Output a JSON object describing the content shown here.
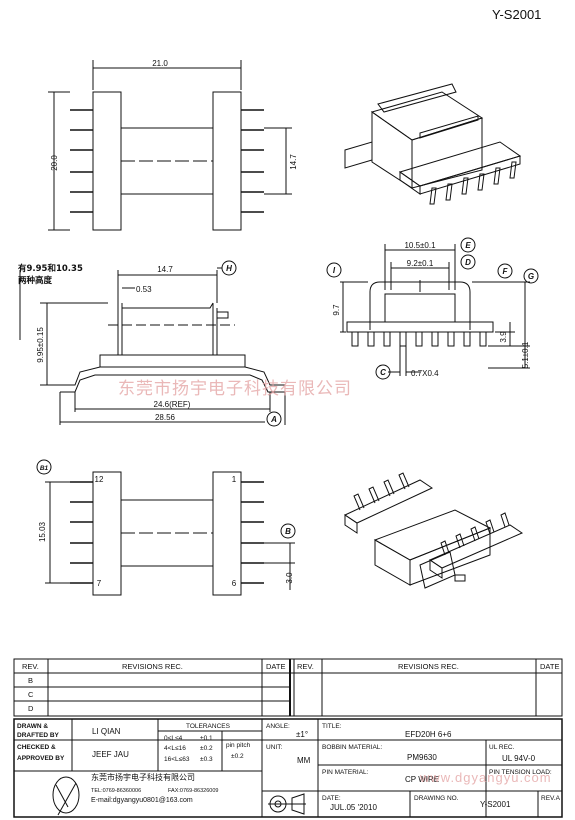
{
  "doc_code": "Y-S2001",
  "watermark": "东莞市扬宇电子科技有限公司",
  "watermark_url": "www.dgyangyu.com",
  "views": {
    "top": {
      "width_dim": "21.0",
      "height_dim": "20.0",
      "inner_dim": "14.7"
    },
    "side": {
      "note_line1": "有9.95和10.35",
      "note_line2": "两种高度",
      "top_dim": "14.7",
      "tab_dim": "0.53",
      "height_dim": "9.95±0.15",
      "ref_dim": "24.6(REF)",
      "overall_dim": "28.56",
      "label_h": "H",
      "label_a": "A"
    },
    "end": {
      "dim_top": "10.5±0.1",
      "dim_inner": "9.2±0.1",
      "dim_height": "9.7",
      "dim_pin": "3.9",
      "dim_overall": "5.1±0.1",
      "dim_slot": "0.7X0.4",
      "labels": [
        "E",
        "D",
        "I",
        "F",
        "G",
        "C"
      ]
    },
    "bottom": {
      "pin_tl": "12",
      "pin_tr": "1",
      "pin_bl": "7",
      "pin_br": "6",
      "dim_height": "15.03",
      "dim_pitch": "3.0",
      "label_b1": "B1",
      "label_b": "B"
    }
  },
  "revisions": {
    "headers": {
      "rev": "REV.",
      "rec": "REVISIONS  REC.",
      "date": "DATE"
    },
    "rows": [
      "B",
      "C",
      "D"
    ]
  },
  "title_block": {
    "drawn_label": [
      "DRAWN &",
      "DRAFTED BY"
    ],
    "drawn_value": "LI QIAN",
    "checked_label": [
      "CHECKED &",
      "APPROVED BY"
    ],
    "checked_value": "JEEF JAU",
    "tolerances_label": "TOLERANCES",
    "tol_rows": [
      {
        "range": "0<L≤4",
        "tol": "±0.1"
      },
      {
        "range": "4<L≤16",
        "tol": "±0.2"
      },
      {
        "range": "16<L≤63",
        "tol": "±0.3"
      }
    ],
    "pin_pitch_label": "pin pitch",
    "pin_pitch_value": "±0.2",
    "angle_label": "ANGLE:",
    "angle_value": "±1°",
    "unit_label": "UNIT:",
    "unit_value": "MM",
    "title_label": "TITLE:",
    "title_value": "EFD20H  6+6",
    "bobbin_material_label": "BOBBIN MATERIAL:",
    "bobbin_material_value": "PM9630",
    "ul_label": "UL REC.",
    "ul_value": "UL 94V-0",
    "pin_material_label": "PIN MATERIAL:",
    "pin_material_value": "CP WIRE",
    "pin_tension_label": "PIN TENSION LOAD:",
    "date_label": "DATE:",
    "date_value": "JUL.05 '2010",
    "drawing_no_label": "DRAWING NO.",
    "drawing_no_value": "Y-S2001",
    "rev_label": "REV.A",
    "company_cn": "东莞市扬宇电子科技有限公司",
    "tel": "TEL:0769-86360006",
    "fax": "FAX:0769-86326009",
    "email": "E-mail:dgyangyu0801@163.com"
  }
}
